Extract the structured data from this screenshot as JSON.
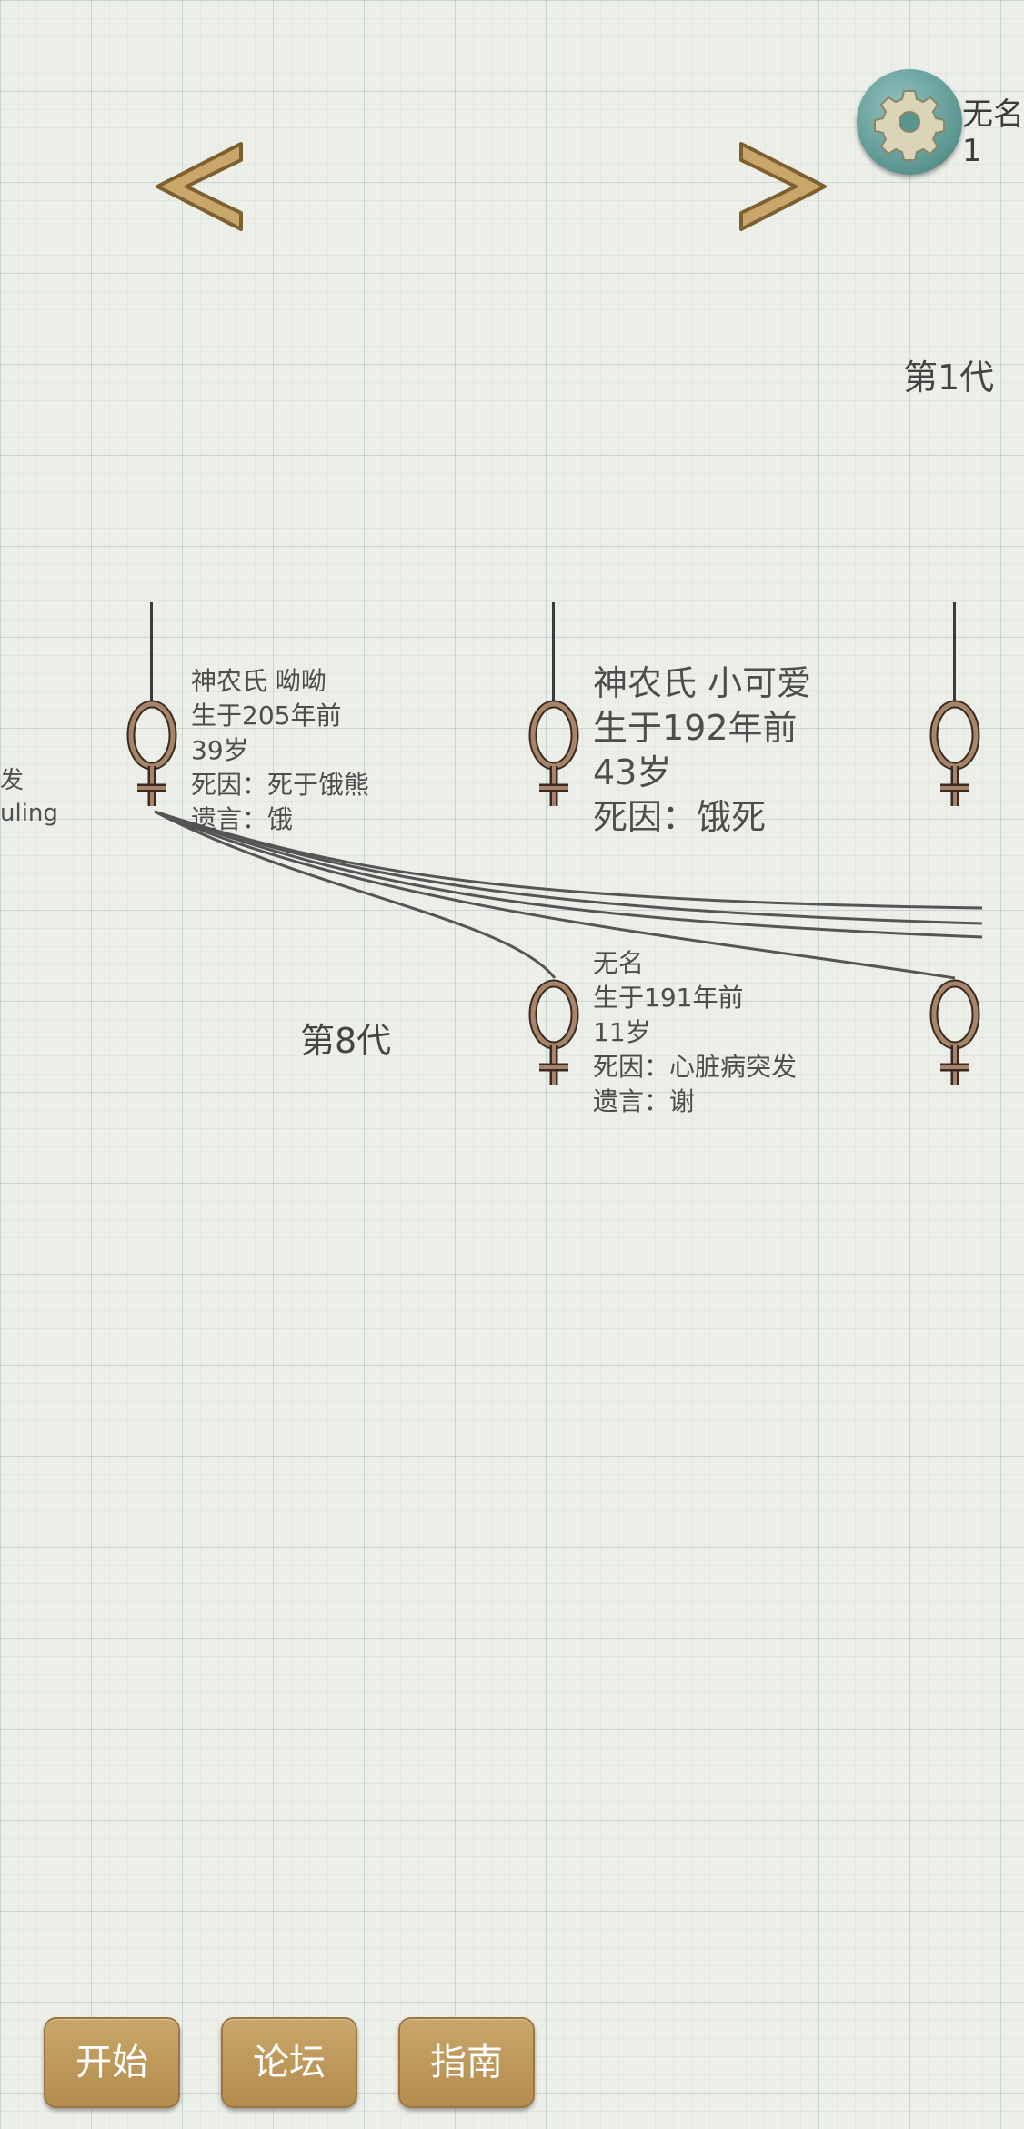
{
  "header": {
    "right_text_line1": "无名",
    "right_text_line2": "1"
  },
  "generations": {
    "gen8_label": "第8代",
    "gen1_label": "第1代"
  },
  "left_clip": {
    "line1": "发",
    "line2": "uling"
  },
  "people": [
    {
      "name": "神农氏 呦呦",
      "born": "生于205年前",
      "age": "39岁",
      "death": "死因：死于饿熊",
      "last_words": "遗言：饿"
    },
    {
      "name": "神农氏 小可爱",
      "born": "生于192年前",
      "age": "43岁",
      "death": "死因：饿死"
    },
    {
      "name": "无名",
      "born": "生于191年前",
      "age": "11岁",
      "death": "死因：心脏病突发",
      "last_words": "遗言：谢"
    }
  ],
  "buttons": {
    "start": "开始",
    "forum": "论坛",
    "guide": "指南"
  },
  "colors": {
    "grid_background": "#eceee8",
    "button_brown": "#b48c4e",
    "gear_teal": "#5b9590",
    "arrow_tan": "#c9a66a"
  }
}
